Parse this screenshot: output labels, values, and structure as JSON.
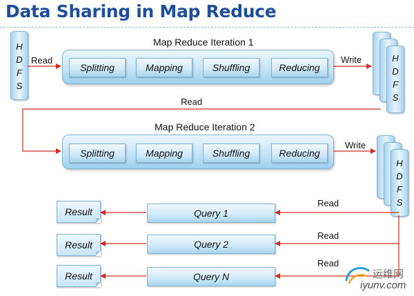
{
  "title": "Data Sharing in Map Reduce",
  "iteration1": {
    "title": "Map Reduce Iteration 1",
    "steps": [
      "Splitting",
      "Mapping",
      "Shuffling",
      "Reducing"
    ]
  },
  "iteration2": {
    "title": "Map Reduce Iteration 2",
    "steps": [
      "Splitting",
      "Mapping",
      "Shuffling",
      "Reducing"
    ]
  },
  "hdfs_letters": "H\nD\nF\nS",
  "edge_labels": {
    "read_in": "Read",
    "write1": "Write",
    "read_mid": "Read",
    "write2": "Write",
    "read_q1": "Read",
    "read_q2": "Read",
    "read_qn": "Read"
  },
  "queries": [
    "Query 1",
    "Query 2",
    "Query N"
  ],
  "results": [
    "Result",
    "Result",
    "Result"
  ],
  "watermark": {
    "cn": "运维网",
    "en": "iyunv.com"
  },
  "colors": {
    "title": "#1f4e9a",
    "arrow": "#d22c22",
    "box_fill": "#c6e5f7",
    "box_border": "#7fb3d5"
  }
}
